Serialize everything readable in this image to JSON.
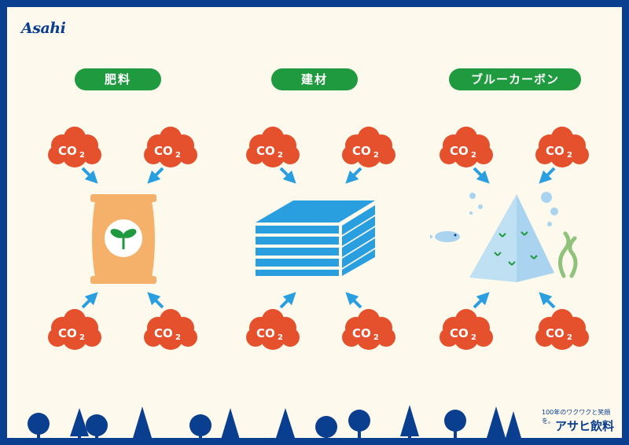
{
  "logo": "Asahi",
  "labels": [
    "肥料",
    "建材",
    "ブルーカーボン"
  ],
  "co2": "CO",
  "co2_sub": "2",
  "footer": {
    "slogan": "100年のワクワクと笑顔を。",
    "brand": "アサヒ飲料"
  },
  "colors": {
    "frame": "#0a3e8f",
    "background": "#fdf9ec",
    "label_bg": "#1f9a3e",
    "co2_cloud": "#e5512d",
    "arrow": "#2a9fe0",
    "building": "#2a9fe0",
    "bag": "#f5b06a",
    "pyramid": "#a9d3ee"
  },
  "icons": [
    "fertilizer-bag-icon",
    "building-material-icon",
    "blue-carbon-pyramid-icon",
    "fish-icon",
    "seaweed-icon",
    "tree-icon"
  ]
}
